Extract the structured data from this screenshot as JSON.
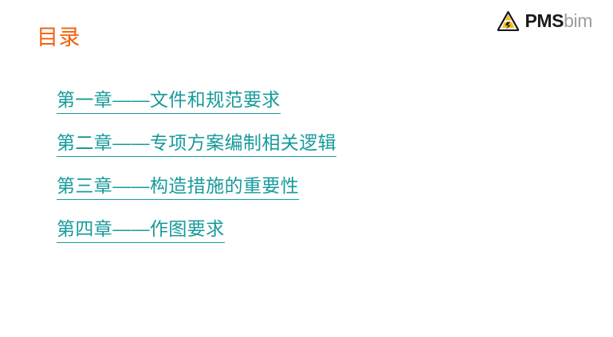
{
  "slide": {
    "background_color": "#ffffff",
    "title": "目录",
    "title_color": "#f4620d"
  },
  "logo": {
    "mark_name": "pmsbim-triangle-logo-icon",
    "mark_colors": {
      "triangle_outline": "#1a1a1a",
      "accent": "#f6c013"
    },
    "text_primary": "PMS",
    "text_secondary": "bim",
    "text_primary_color": "#1a1a1a",
    "text_secondary_color": "#9d9d9d"
  },
  "toc": {
    "link_color": "#179b9b",
    "items": [
      {
        "label": "第一章——文件和规范要求"
      },
      {
        "label": "第二章——专项方案编制相关逻辑"
      },
      {
        "label": "第三章——构造措施的重要性"
      },
      {
        "label": "第四章——作图要求"
      }
    ]
  }
}
